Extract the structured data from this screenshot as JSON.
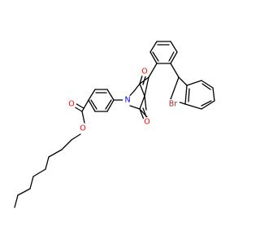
{
  "diagram": {
    "type": "chemical-structure",
    "atom_labels": {
      "o_imide_top": "O",
      "o_imide_bottom": "O",
      "n_imide": "N",
      "br": "Br",
      "o_ester_carbonyl": "O",
      "o_ester_link": "O"
    },
    "colors": {
      "bond": "#000000",
      "oxygen": "#ff0000",
      "nitrogen": "#0000ff",
      "bromine": "#a52a2a",
      "background": "#ffffff"
    }
  }
}
